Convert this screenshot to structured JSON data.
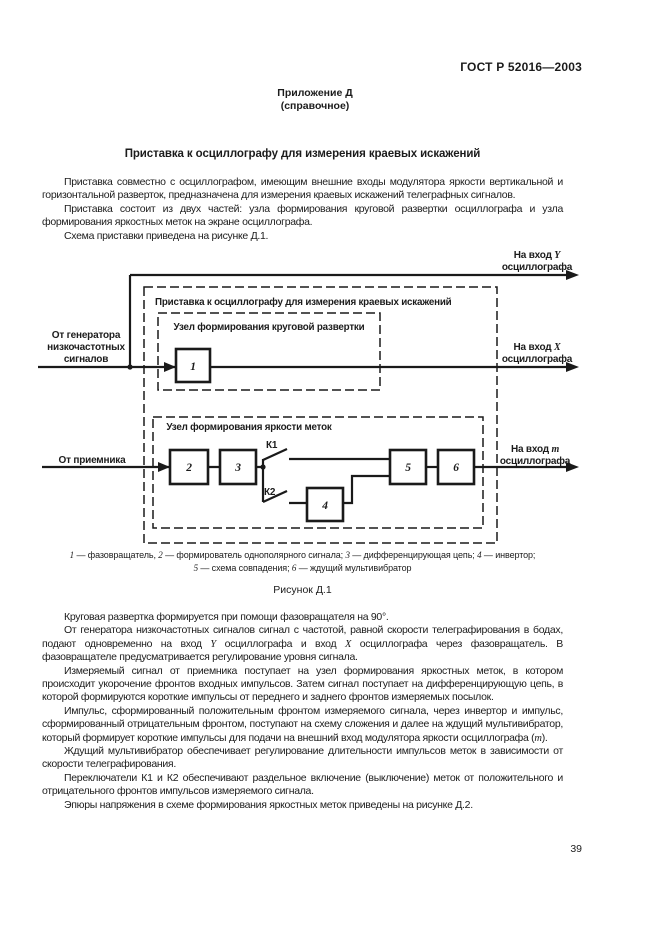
{
  "colors": {
    "ink": "#1c1c1c",
    "paper": "#ffffff"
  },
  "page": {
    "header": "ГОСТ Р 52016—2003",
    "appendix": "Приложение Д",
    "appendix_note": "(справочное)",
    "title": "Приставка к осциллографу для измерения краевых искажений",
    "page_number": "39"
  },
  "intro_paragraphs": [
    "Приставка совместно с осциллографом, имеющим внешние входы модулятора яркости вертикальной и горизонтальной разверток, предназначена для измерения краевых искажений телеграфных сигналов.",
    "Приставка состоит из двух частей: узла формирования круговой развертки осциллографа и узла формирования яркостных меток на экране осциллографа.",
    "Схема приставки приведена на рисунке Д.1."
  ],
  "figure": {
    "frame_label": "Приставка к осциллографу для измерения краевых искажений",
    "unit1_label": "Узел формирования круговой развертки",
    "unit2_label": "Узел формирования яркости меток",
    "input1_line1": "От генератора",
    "input1_line2": "низкочастотных",
    "input1_line3": "сигналов",
    "input2": "От приемника",
    "out_y_prefix": "На вход ",
    "out_y_var": "Y",
    "out_x_prefix": "На вход ",
    "out_x_var": "X",
    "out_m_prefix": "На вход ",
    "out_m_var": "m",
    "out_suffix": "осциллографа",
    "switch1": "К1",
    "switch2": "К2",
    "blocks": [
      "1",
      "2",
      "3",
      "4",
      "5",
      "6"
    ],
    "caption_line1": [
      {
        "t": "1",
        "i": true
      },
      {
        "t": " — фазовращатель, "
      },
      {
        "t": "2",
        "i": true
      },
      {
        "t": " — формирователь однополярного сигнала; "
      },
      {
        "t": "3",
        "i": true
      },
      {
        "t": " — дифференцирующая цепь; "
      },
      {
        "t": "4",
        "i": true
      },
      {
        "t": " — инвертор;"
      }
    ],
    "caption_line2": [
      {
        "t": "5",
        "i": true
      },
      {
        "t": " — схема совпадения; "
      },
      {
        "t": "6",
        "i": true
      },
      {
        "t": " — ждущий мультивибратор"
      }
    ],
    "figure_label": "Рисунок Д.1"
  },
  "body_paragraphs": [
    [
      {
        "t": "Круговая развертка формируется при помощи фазовращателя на 90°."
      }
    ],
    [
      {
        "t": "От генератора низкочастотных сигналов сигнал с частотой, равной скорости телеграфирования в бодах, подают одновременно на вход "
      },
      {
        "t": "Y",
        "i": true
      },
      {
        "t": " осциллографа и вход "
      },
      {
        "t": "X",
        "i": true
      },
      {
        "t": " осциллографа через фазовращатель. В фазовращателе предусматривается регулирование уровня сигнала."
      }
    ],
    [
      {
        "t": "Измеряемый сигнал от приемника поступает на узел формирования яркостных меток, в котором происходит укорочение фронтов входных импульсов. Затем сигнал поступает на дифференцирующую цепь, в которой формируются короткие импульсы от переднего и заднего фронтов измеряемых посылок."
      }
    ],
    [
      {
        "t": "Импульс, сформированный положительным фронтом измеряемого сигнала, через инвертор и импульс, сформированный отрицательным фронтом, поступают на схему сложения и далее на ждущий мультивибратор, который формирует короткие импульсы для подачи на внешний вход модулятора яркости осциллографа ("
      },
      {
        "t": "m",
        "i": true
      },
      {
        "t": ")."
      }
    ],
    [
      {
        "t": "Ждущий мультивибратор обеспечивает регулирование длительности импульсов меток в зависимости от скорости телеграфирования."
      }
    ],
    [
      {
        "t": "Переключатели К1 и К2 обеспечивают раздельное включение (выключение) меток от положительного и отрицательного фронтов импульсов измеряемого сигнала."
      }
    ],
    [
      {
        "t": "Эпюры напряжения в схеме формирования яркостных меток приведены на рисунке Д.2."
      }
    ]
  ]
}
